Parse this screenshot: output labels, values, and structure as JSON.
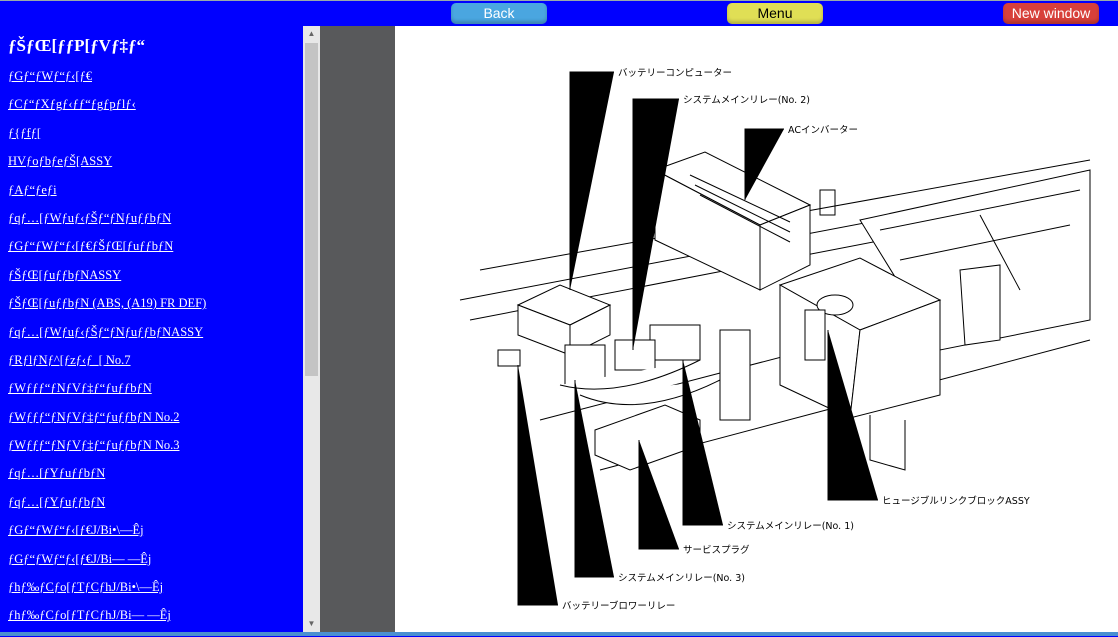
{
  "toolbar": {
    "back_label": "Back",
    "menu_label": "Menu",
    "new_window_label": "New window"
  },
  "sidebar": {
    "title": "ƒŠƒŒ[ƒƒP[ƒVƒ‡ƒ“",
    "items": [
      "ƒGƒ“ƒWƒ“ƒ‹[ƒ€",
      "ƒCƒ“ƒXƒgƒ‹ƒƒ“ƒgƒpƒlƒ‹",
      "ƒ{ƒfƒ[",
      "HVƒoƒbƒeƒŠ[ASSY",
      "ƒAƒ“ƒeƒi",
      "ƒqƒ…[ƒWƒuƒ‹ƒŠƒ“ƒNƒuƒƒbƒN",
      "ƒGƒ“ƒWƒ“ƒ‹[ƒ€ƒŠƒŒ[ƒuƒƒbƒN",
      "ƒŠƒŒ[ƒuƒƒbƒNASSY",
      "ƒŠƒŒ[ƒuƒƒbƒN (ABS, (A19) FR DEF)",
      "ƒqƒ…[ƒWƒuƒ‹ƒŠƒ“ƒNƒuƒƒbƒNASSY",
      "ƒRƒlƒNƒ^[ƒzƒ‹ƒ_[ No.7",
      "ƒWƒƒƒ“ƒNƒVƒ‡ƒ“ƒuƒƒbƒN",
      "ƒWƒƒƒ“ƒNƒVƒ‡ƒ“ƒuƒƒbƒN No.2",
      "ƒWƒƒƒ“ƒNƒVƒ‡ƒ“ƒuƒƒbƒN No.3",
      "ƒqƒ…[ƒYƒuƒƒbƒN",
      "ƒqƒ…[ƒYƒuƒƒbƒN",
      "ƒGƒ“ƒWƒ“ƒ‹[ƒ€J/Bi•\\—Êj",
      "ƒGƒ“ƒWƒ“ƒ‹[ƒ€J/Bi— —Êj",
      "ƒhƒ‰ƒCƒo[ƒTƒCƒhJ/Bi•\\—Êj",
      "ƒhƒ‰ƒCƒo[ƒTƒCƒhJ/Bi— —Êj"
    ]
  },
  "diagram": {
    "labels": {
      "battery_computer": "バッテリーコンピューター",
      "smr2": "システムメインリレー(No. 2)",
      "ac_inverter": "ACインバーター",
      "fusible_link": "ヒュージブルリンクブロックASSY",
      "smr1": "システムメインリレー(No. 1)",
      "service_plug": "サービスプラグ",
      "smr3": "システムメインリレー(No. 3)",
      "blower_relay": "バッテリーブロワーリレー"
    }
  }
}
